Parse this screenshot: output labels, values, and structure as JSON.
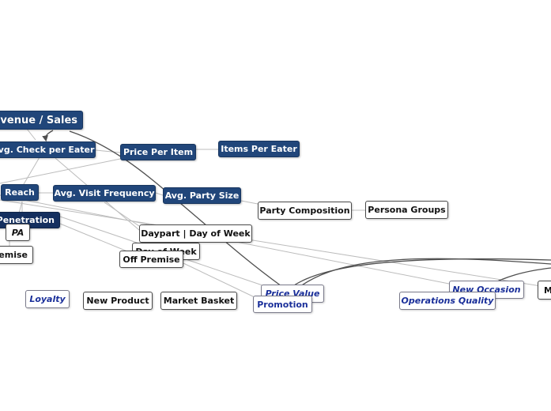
{
  "diagram": {
    "nodes": {
      "revenue_sales": "Revenue / Sales",
      "avg_check_per_eater": "Avg. Check per Eater",
      "price_per_item": "Price Per Item",
      "items_per_eater": "Items Per Eater",
      "reach": "Reach",
      "avg_visit_frequency": "Avg. Visit Frequency",
      "avg_party_size": "Avg. Party Size",
      "party_composition": "Party Composition",
      "persona_groups": "Persona Groups",
      "penetration": "Penetration",
      "pa": "PA",
      "on_premise": "On Premise",
      "daypart_day_of_week": "Daypart | Day of Week",
      "day_of_week": "Day of Week",
      "off_premise": "Off Premise",
      "loyalty": "Loyalty",
      "new_product": "New Product",
      "market_basket": "Market Basket",
      "price_value": "Price Value",
      "promotion": "Promotion",
      "new_occasion": "New Occasion",
      "operations_quality": "Operations Quality",
      "m_clipped": "M"
    },
    "colors": {
      "navy_node": "#21467a",
      "navy_dark_node": "#142f5f",
      "blue_text": "#1a2f9a",
      "dark_connector": "#4f4f4f",
      "light_connector": "#bcbcbc"
    }
  }
}
